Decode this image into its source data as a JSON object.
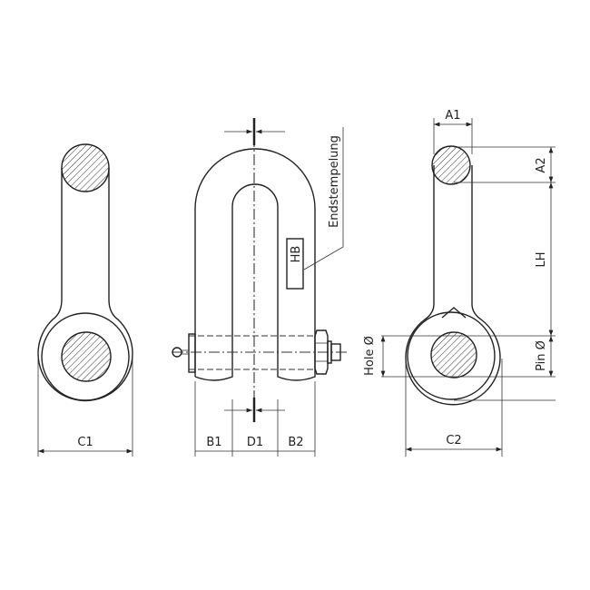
{
  "labels": {
    "c1": "C1",
    "b1": "B1",
    "d1": "D1",
    "b2": "B2",
    "c2": "C2",
    "a1": "A1",
    "a2": "A2",
    "lh": "LH",
    "pin": "Pin Ø",
    "hole": "Hole Ø",
    "hb": "HB",
    "endstempelung": "Endstempelung"
  }
}
